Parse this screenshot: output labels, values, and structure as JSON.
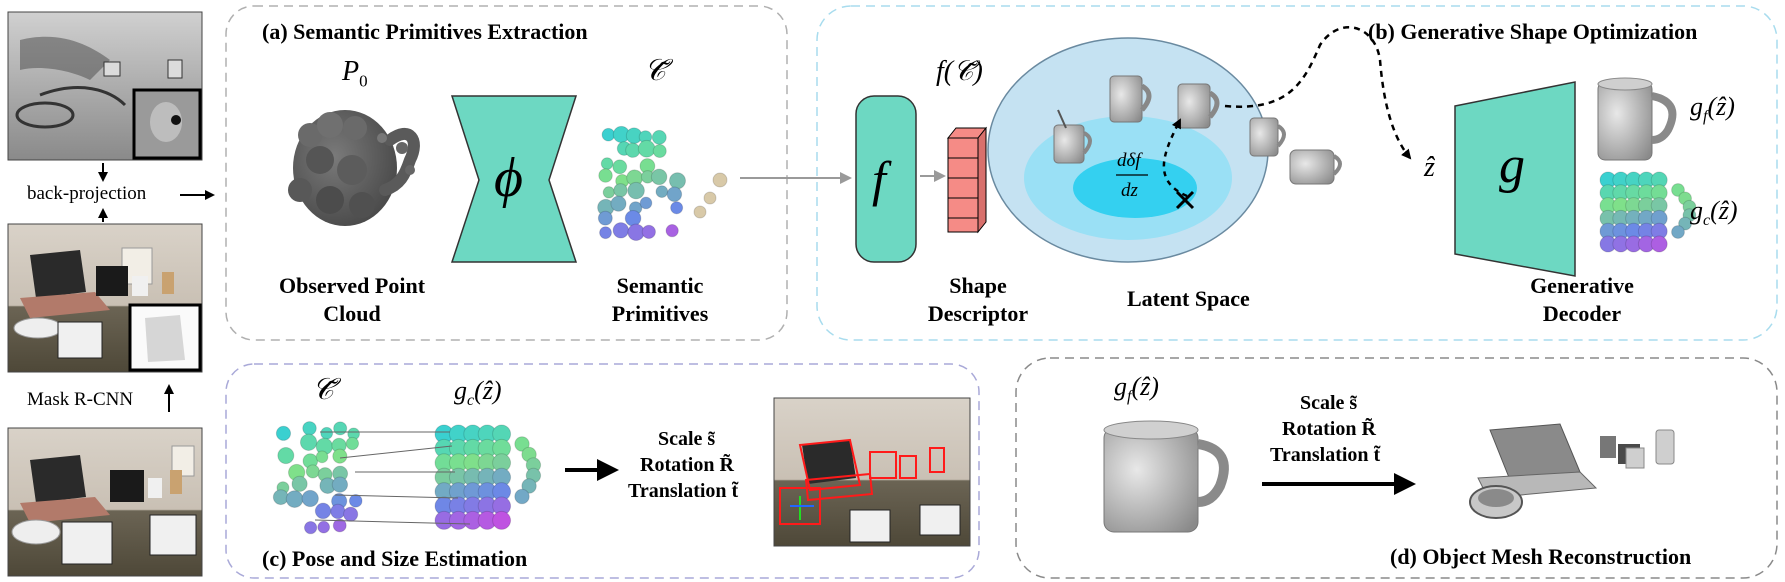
{
  "left_column": {
    "back_projection_label": "back-projection",
    "mask_rcnn_label": "Mask R-CNN"
  },
  "panel_a": {
    "title": "(a) Semantic Primitives Extraction",
    "p0_label": "P",
    "p0_sub": "0",
    "c_tilde_label": "𝒞̃",
    "phi_symbol": "ϕ",
    "observed_caption": "Observed Point Cloud",
    "semantic_caption": "Semantic Primitives"
  },
  "panel_b": {
    "title": "(b) Generative Shape Optimization",
    "f_symbol": "f",
    "f_of_c_label": "f(𝒞̃)",
    "shape_descriptor_caption": "Shape Descriptor",
    "latent_space_caption": "Latent Space",
    "gradient_numerator": "dδf",
    "gradient_denominator": "dz",
    "z_hat_label": "ẑ",
    "g_symbol": "g",
    "gf_label": "g",
    "gf_sub": "f",
    "gf_arg": "(ẑ)",
    "gc_label": "g",
    "gc_sub": "c",
    "gc_arg": "(ẑ)",
    "generative_decoder_caption": "Generative Decoder"
  },
  "panel_c": {
    "title": "(c) Pose and Size Estimation",
    "c_tilde_label": "𝒞̃",
    "gc_label": "g",
    "gc_sub": "c",
    "gc_arg": "(ẑ)",
    "scale_line": "Scale s̃",
    "rotation_line": "Rotation R̃",
    "translation_line": "Translation t̃"
  },
  "panel_d": {
    "title": "(d) Object Mesh Reconstruction",
    "gf_label": "g",
    "gf_sub": "f",
    "gf_arg": "(ẑ)",
    "scale_line": "Scale s̃",
    "rotation_line": "Rotation R̃",
    "translation_line": "Translation t̃"
  },
  "colors": {
    "teal": "#6dd8c2",
    "panel_a_border": "#b0b0b0",
    "panel_b_border": "#a8dcee",
    "panel_c_border": "#a9a9d8",
    "panel_d_border": "#8a8a8a",
    "descriptor_red": "#f58b86",
    "latent_outer": "#c5e2f2",
    "latent_mid": "#9ae0f5",
    "latent_inner": "#34d0f0",
    "gray_arrow": "#9a9a9a",
    "bbox_red": "#ff1a1a"
  }
}
